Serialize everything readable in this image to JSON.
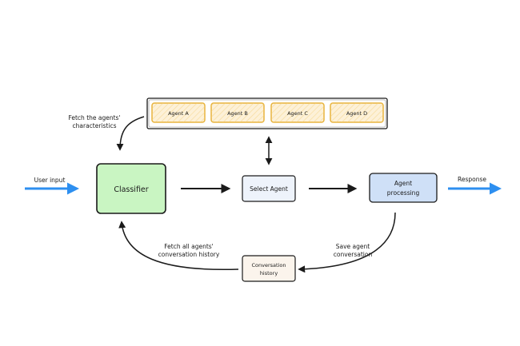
{
  "agents_panel": {
    "agents": [
      "Agent A",
      "Agent B",
      "Agent C",
      "Agent D"
    ],
    "fetch_label": [
      "Fetch the agents'",
      "characteristics"
    ]
  },
  "flow": {
    "user_input": "User input",
    "classifier": "Classifier",
    "select_agent": "Select Agent",
    "agent_processing": [
      "Agent",
      "processing"
    ],
    "response": "Response",
    "conversation_history": [
      "Conversation",
      "history"
    ],
    "fetch_history_label": [
      "Fetch all agents'",
      "conversation history"
    ],
    "save_label": [
      "Save agent",
      "conversation"
    ]
  },
  "colors": {
    "classifier_fill": "#c9f5c2",
    "agent_processing_fill": "#cfe0f7",
    "select_agent_fill": "#eef3fb",
    "history_fill": "#fbf4ec",
    "agent_box_stroke": "#e8b33c",
    "agent_box_fill": "#fdf1d8",
    "io_arrow": "#2d8ff0"
  }
}
